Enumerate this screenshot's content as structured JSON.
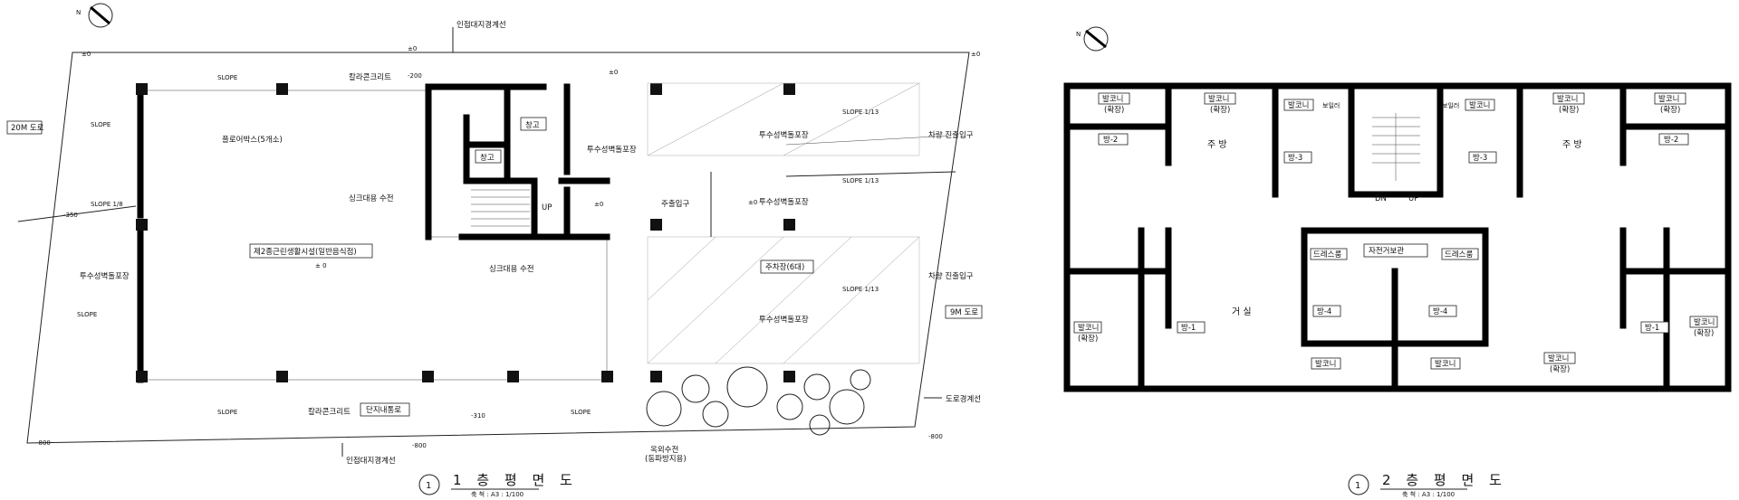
{
  "plan1": {
    "title": "1 층  평 면 도",
    "number": "1",
    "scale": "축 척 : A3 : 1/100",
    "labels": {
      "road_20m": "20M 도로",
      "road_9m": "9M 도로",
      "boundary_top": "인접대지경계선",
      "boundary_bottom": "인접대지경계선",
      "boundary_road": "도로경계선",
      "facility": "제2종근린생활시설(일반음식점)",
      "facility_level": "± 0",
      "flower_box": "플로어박스(5개소)",
      "colored_concrete_top": "칼라콘크리트",
      "colored_concrete_bottom": "칼라콘크리트",
      "storage_1": "창고",
      "storage_2": "창고",
      "sink_water_1": "싱크대용 수전",
      "sink_water_2": "싱크대용 수전",
      "up": "UP",
      "main_entrance": "주출입구",
      "car_entrance_1": "차량 진출입구",
      "car_entrance_2": "차량 진출입구",
      "parking": "주차장(6대)",
      "paving_1": "투수성벽돌포장",
      "paving_2": "투수성벽돌포장",
      "paving_3": "투수성벽돌포장",
      "paving_4": "투수성벽돌포장",
      "paving_5": "투수성벽돌포장",
      "complex_road": "단지내통로",
      "outdoor_water": "옥외수전",
      "outdoor_water_note": "(동파방지용)",
      "slope": "SLOPE",
      "slope_1_8": "SLOPE 1/8",
      "slope_1_13": "SLOPE 1/13",
      "lv_0": "±0",
      "lv_m200": "-200",
      "lv_m310": "-310",
      "lv_m350": "-350",
      "lv_m800": "-800"
    }
  },
  "plan2": {
    "title": "2 층  평 면 도",
    "number": "1",
    "scale": "축 척 : A3 : 1/100",
    "labels": {
      "balcony": "발코니",
      "balcony_ext": "(확장)",
      "boiler": "보일러",
      "master_room": "주 방",
      "room_1": "방-1",
      "room_2": "방-2",
      "room_3": "방-3",
      "room_4": "방-4",
      "dressroom": "드레스룸",
      "bike_storage": "자전거보관",
      "living": "거 실",
      "dn": "DN",
      "up": "UP"
    }
  }
}
